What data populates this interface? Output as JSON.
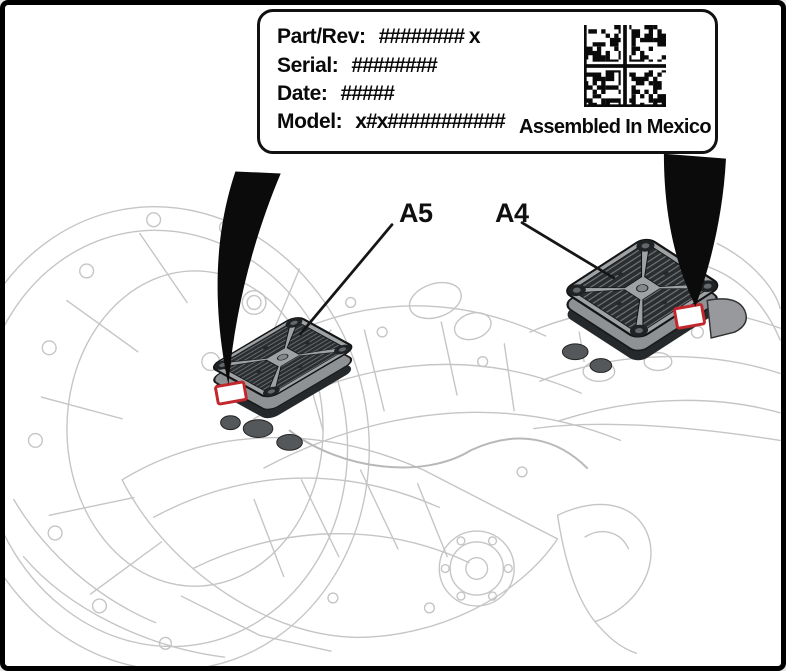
{
  "label_box": {
    "fields": [
      {
        "label": "Part/Rev:",
        "value": "######## x"
      },
      {
        "label": "Serial:",
        "value": "########"
      },
      {
        "label": "Date:",
        "value": "#####"
      },
      {
        "label": "Model:",
        "value": "x#x###########"
      }
    ],
    "assembled": "Assembled In Mexico"
  },
  "callouts": [
    {
      "id": "A5"
    },
    {
      "id": "A4"
    }
  ],
  "colors": {
    "label_red": "#c1272d",
    "line_art": "#c5c5c5",
    "module_dark": "#2b2e30"
  }
}
